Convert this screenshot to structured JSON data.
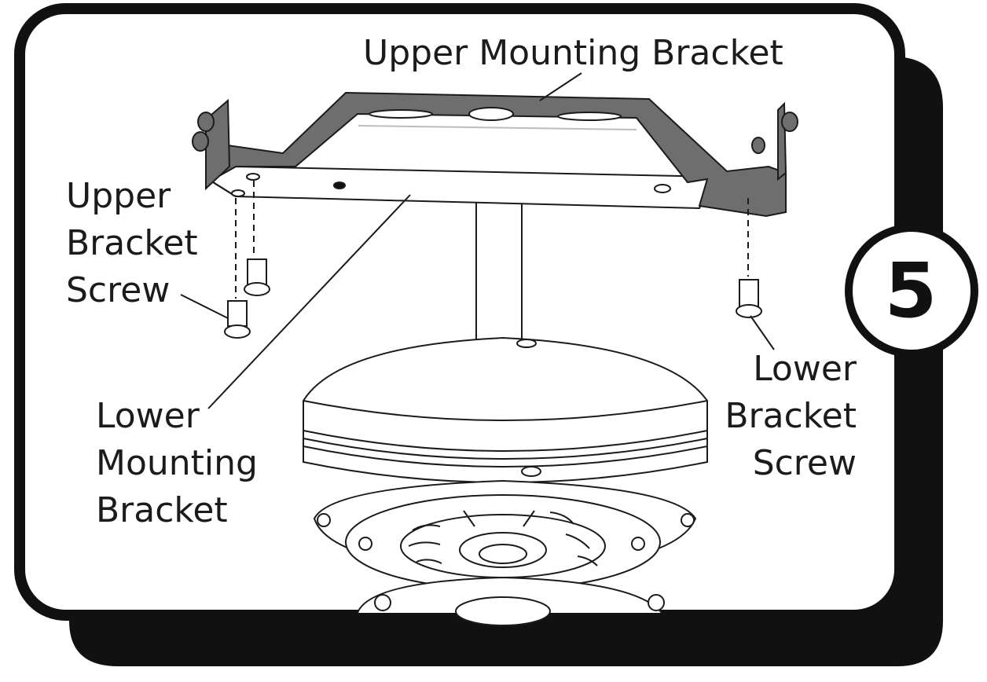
{
  "step_number": "5",
  "labels": {
    "upper_mounting_bracket": "Upper Mounting Bracket",
    "upper_bracket_screw": [
      "Upper",
      "Bracket",
      "Screw"
    ],
    "lower_mounting_bracket": [
      "Lower",
      "Mounting",
      "Bracket"
    ],
    "lower_bracket_screw": [
      "Lower",
      "Bracket",
      "Screw"
    ]
  },
  "colors": {
    "frame_black": "#111111",
    "panel_white": "#ffffff",
    "bracket_gray": "#6e6e6e",
    "line": "#1b1b1b"
  }
}
